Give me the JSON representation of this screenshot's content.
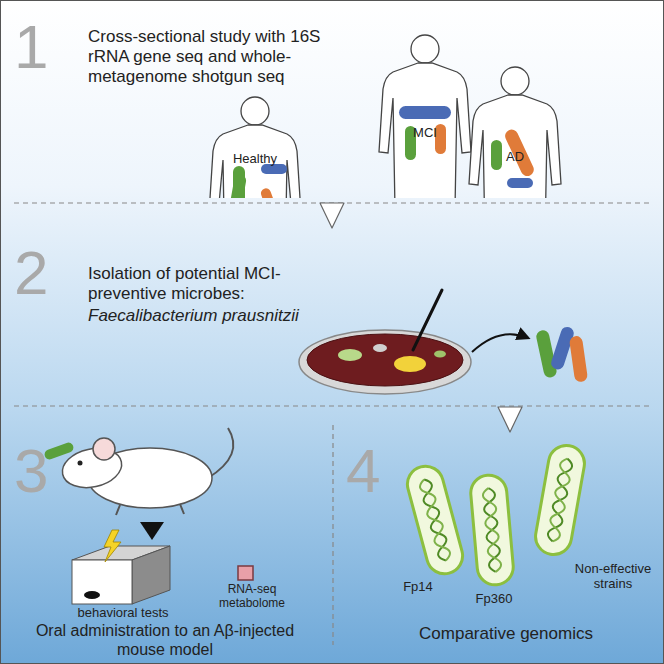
{
  "diagram": {
    "nodes": [
      {
        "text": [
          "1",
          "Cross-sectional study with 16S rRNA gene seq and whole-metagenome shotgun seq"
        ]
      },
      {
        "text": [
          "2",
          "Isolation of potential MCI-preventive microbes:",
          "Faecalibacterium prausnitzii"
        ]
      },
      {
        "text": [
          "3",
          "Oral administration to an Aβ-injected mouse model"
        ]
      },
      {
        "text": [
          "4",
          "Comparative genomics"
        ]
      }
    ],
    "edges": [
      {
        "from": 0,
        "to": 1,
        "arrow": "to"
      },
      {
        "from": 1,
        "to": 3,
        "arrow": "to"
      }
    ],
    "labels": [
      "Healthy",
      "MCI",
      "AD",
      "behavioral tests",
      "RNA-seq metabolome",
      "Fp14",
      "Fp360",
      "Non-effective strains"
    ]
  }
}
